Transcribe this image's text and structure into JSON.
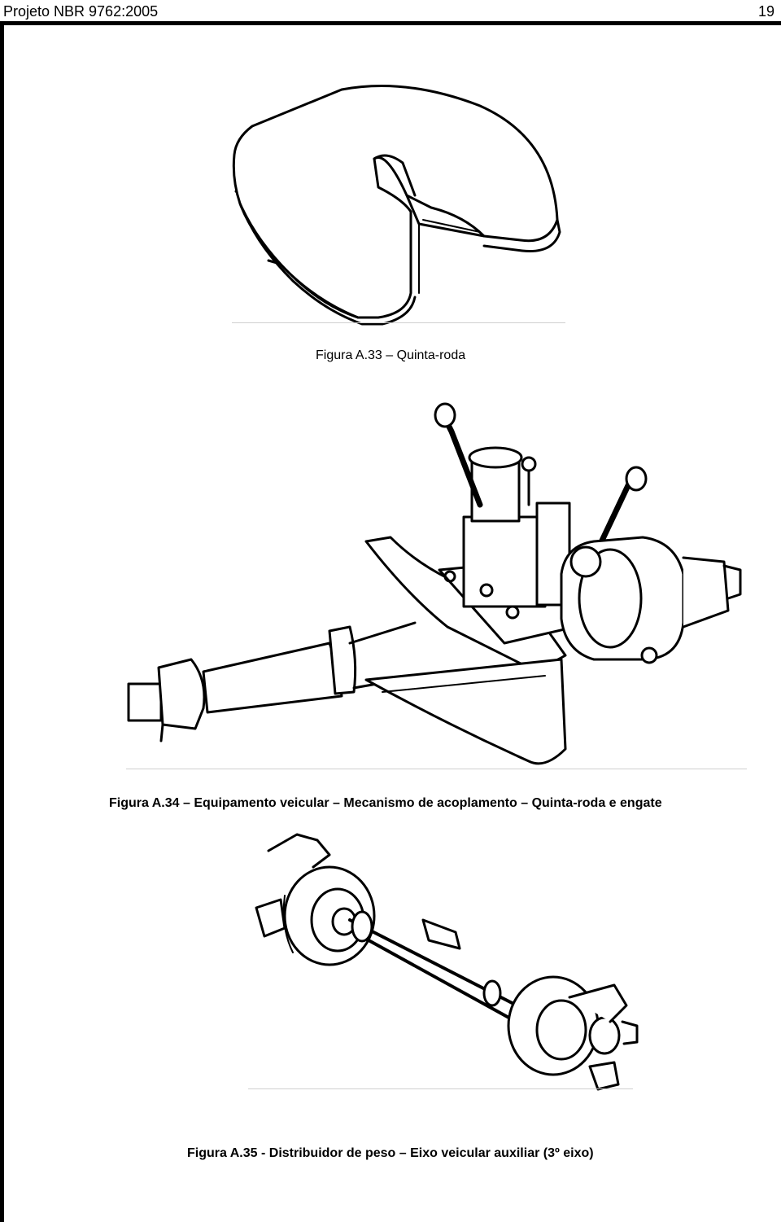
{
  "header": {
    "title": "Projeto NBR 9762:2005",
    "page_number": "19"
  },
  "figures": [
    {
      "caption": "Figura A.33 – Quinta-roda",
      "drawing_icon": "fifth-wheel-drawing"
    },
    {
      "caption": "Figura A.34 – Equipamento veicular – Mecanismo de acoplamento – Quinta-roda e engate",
      "drawing_icon": "coupling-mechanism-drawing"
    },
    {
      "caption": "Figura A.35 - Distribuidor de peso – Eixo veicular auxiliar (3º eixo)",
      "drawing_icon": "auxiliary-axle-drawing"
    }
  ]
}
